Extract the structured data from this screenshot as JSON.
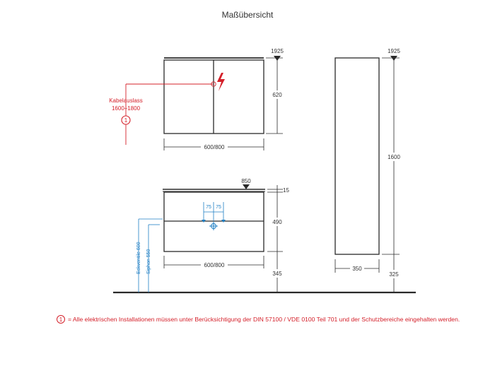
{
  "title": "Maßübersicht",
  "colors": {
    "line": "#2a2a2a",
    "dimension": "#333333",
    "red": "#d4202a",
    "blue": "#1f7fc4"
  },
  "icons": [
    "lightning-icon",
    "circle-number-icon",
    "arrow-down-icon",
    "siphon-cross-icon"
  ],
  "labels": {
    "mirror_cabinet_top": "1925",
    "mirror_cabinet_height": "620",
    "mirror_cabinet_width": "600/800",
    "cable_outlet": "Kabelauslass",
    "cable_outlet_range": "1600–1800",
    "cable_outlet_note": "1",
    "vanity_top_height": "850",
    "vanity_top_thickness": "15",
    "vanity_height": "490",
    "vanity_width": "600/800",
    "vanity_floor_gap": "345",
    "drain_spacing_left": "75",
    "drain_spacing_right": "75",
    "angle_valve": "Eckventile 600",
    "siphon": "Siphon 550",
    "tall_cabinet_top": "1925",
    "tall_cabinet_height": "1600",
    "tall_cabinet_width": "350",
    "tall_cabinet_floor_gap": "325"
  },
  "footnote": {
    "number": "1",
    "text": "= Alle elektrischen Installationen müssen unter Berücksichtigung der DIN 57100 / VDE 0100 Teil 701 und der Schutzbereiche eingehalten werden."
  }
}
